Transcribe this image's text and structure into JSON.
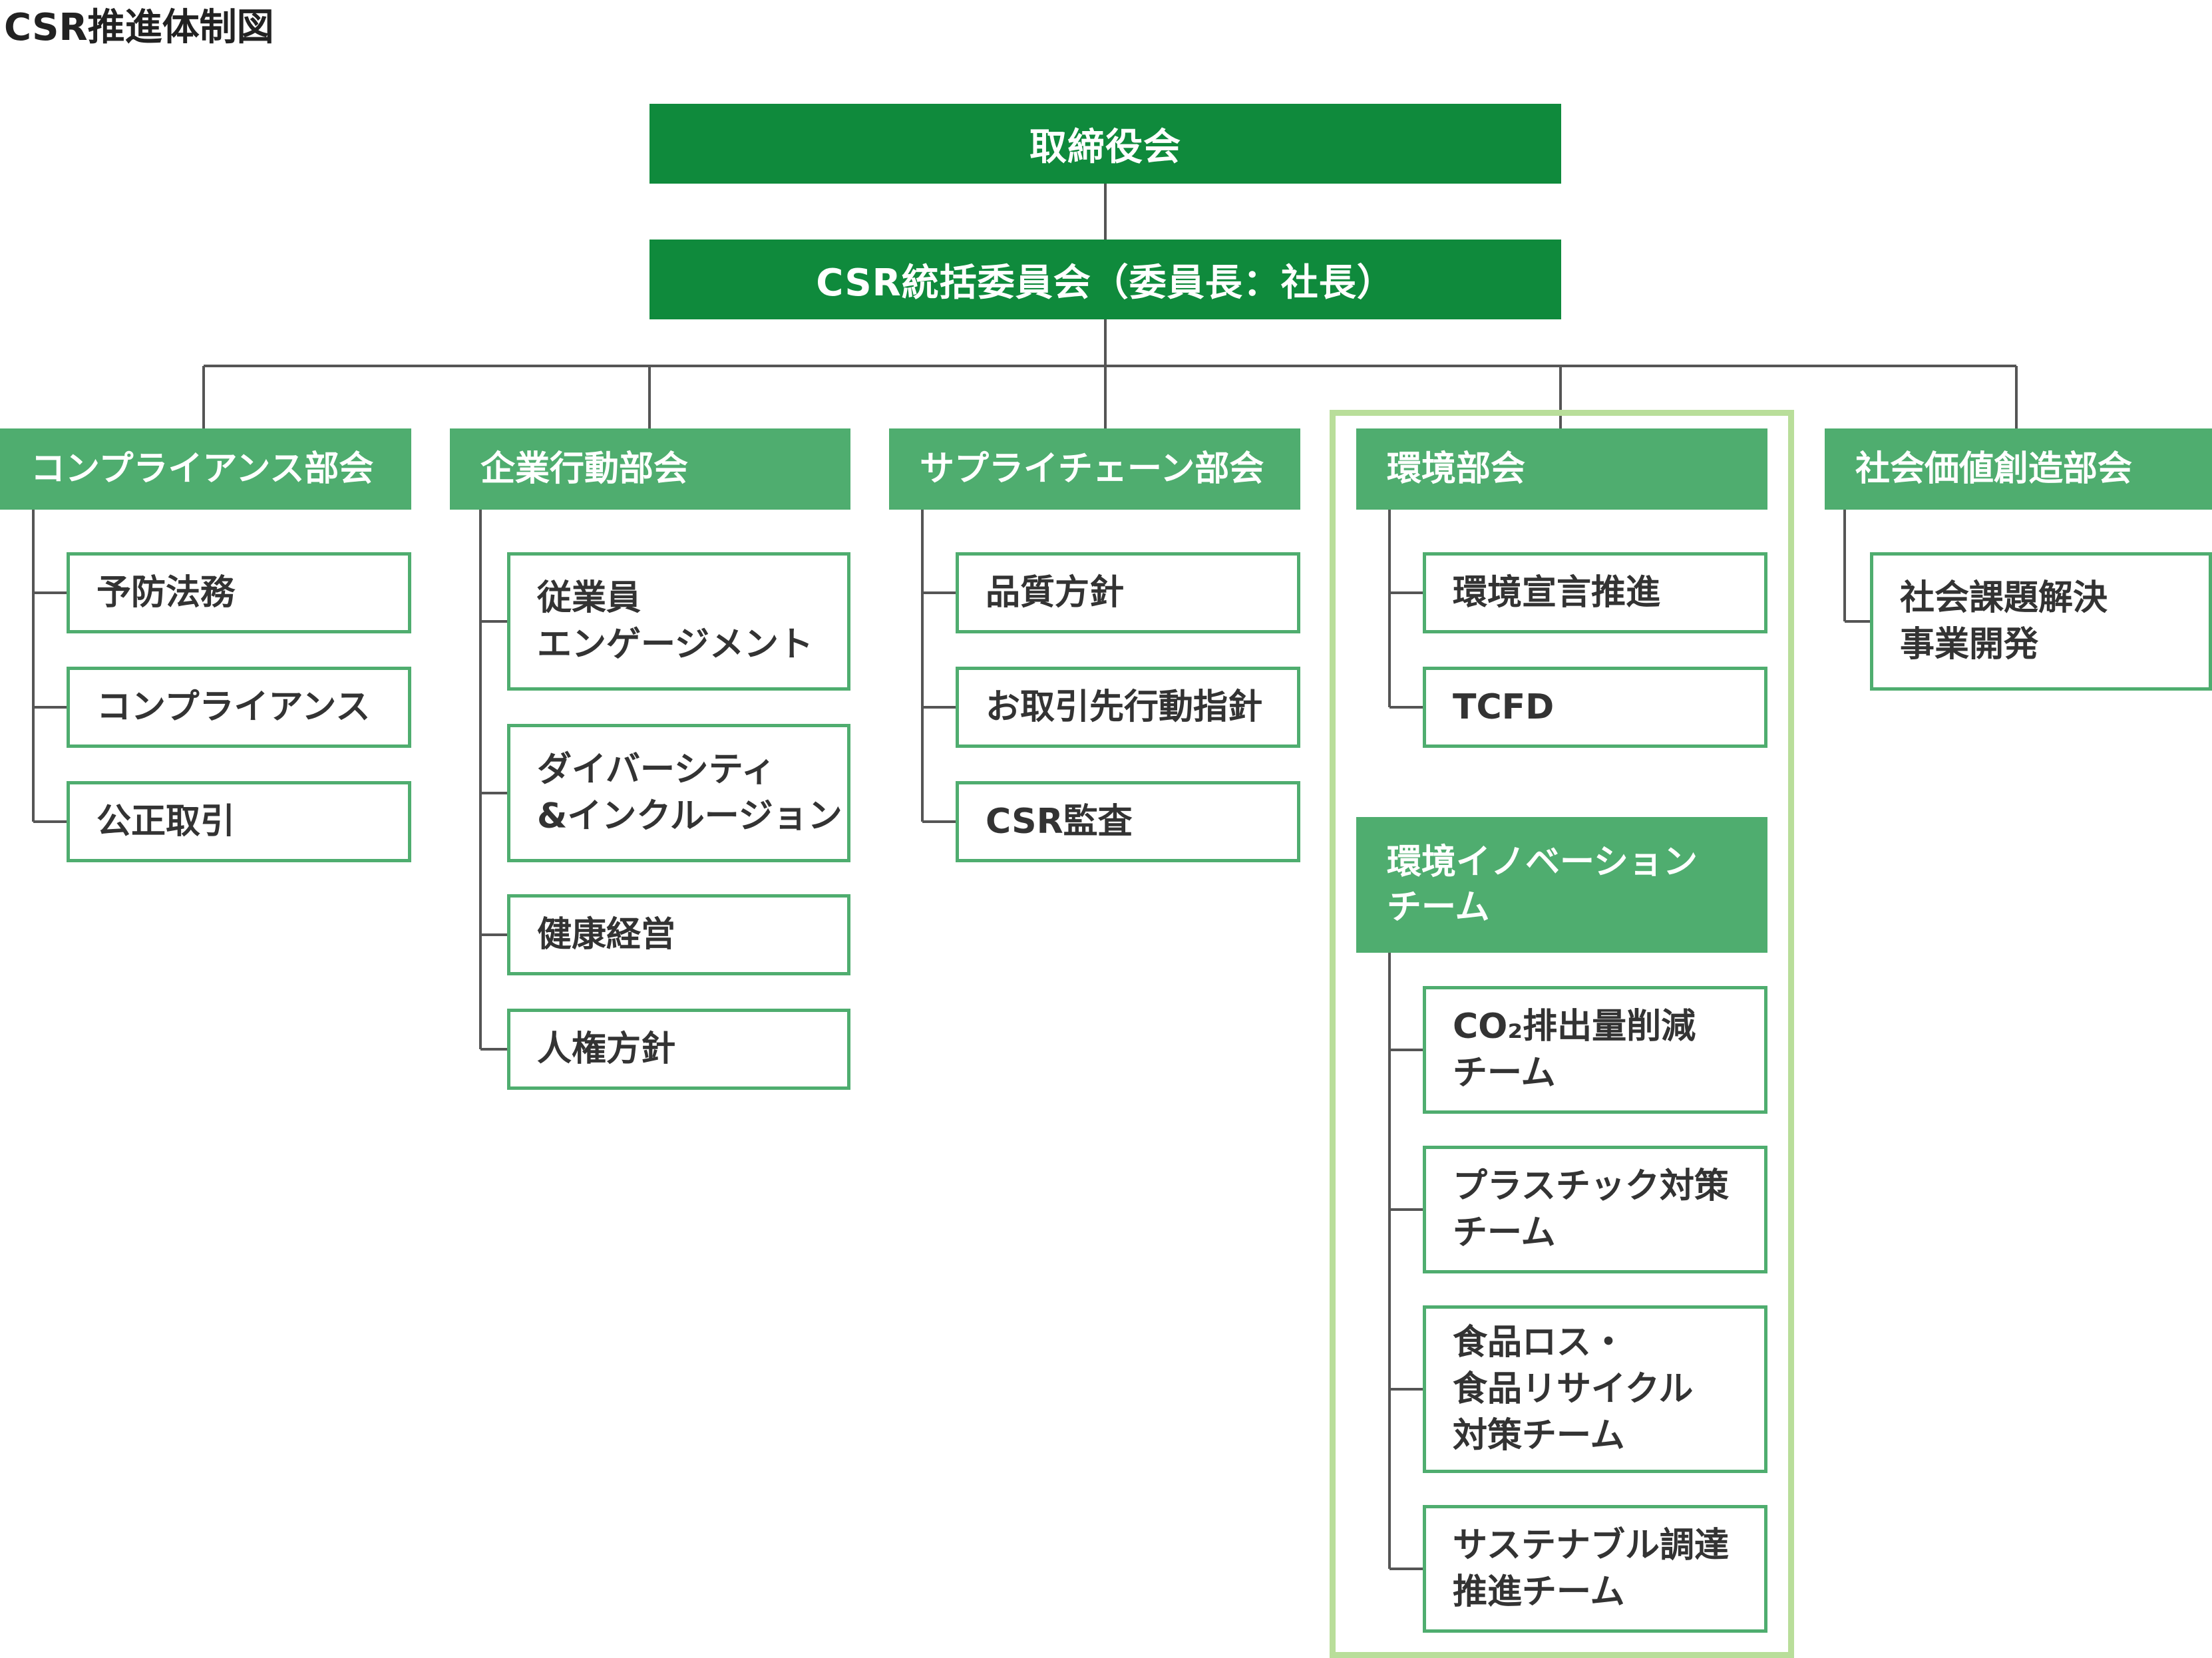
{
  "title": "CSR推進体制図",
  "colors": {
    "top_box": "#0f8a3c",
    "dept_box": "#4fad6f",
    "child_border": "#4fad6f",
    "highlight_border": "#b9de9a",
    "connector": "#555555"
  },
  "board": "取締役会",
  "committee": "CSR統括委員会（委員長：社長）",
  "departments": [
    {
      "label": "コンプライアンス部会",
      "children": [
        "予防法務",
        "コンプライアンス",
        "公正取引"
      ]
    },
    {
      "label": "企業行動部会",
      "children": [
        "従業員\nエンゲージメント",
        "ダイバーシティ\n&インクルージョン",
        "健康経営",
        "人権方針"
      ]
    },
    {
      "label": "サプライチェーン部会",
      "children": [
        "品質方針",
        "お取引先行動指針",
        "CSR監査"
      ]
    },
    {
      "label": "環境部会",
      "children": [
        "環境宣言推進",
        "TCFD"
      ]
    },
    {
      "label": "社会価値創造部会",
      "children": [
        "社会課題解決\n事業開発"
      ]
    }
  ],
  "environment_team": {
    "label": "環境イノベーション\nチーム",
    "children": [
      "CO₂排出量削減\nチーム",
      "プラスチック対策\nチーム",
      "食品ロス・\n食品リサイクル\n対策チーム",
      "サステナブル調達\n推進チーム"
    ]
  }
}
